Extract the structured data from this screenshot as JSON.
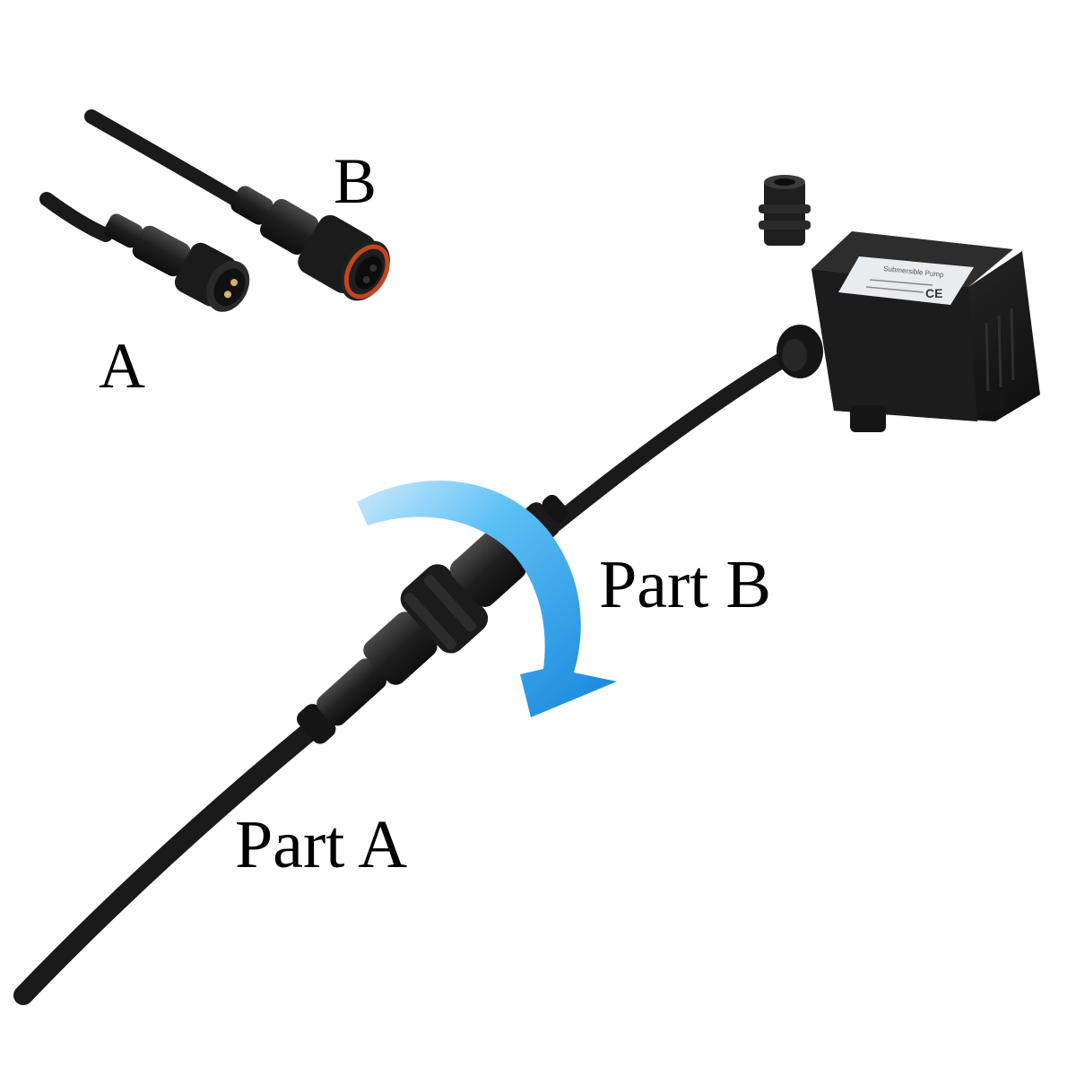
{
  "labels": {
    "small_b": "B",
    "small_a": "A",
    "part_b": "Part B",
    "part_a": "Part A"
  },
  "pump_label": {
    "brand_line": "Submersible Pump",
    "ce_mark": "CE"
  },
  "colors": {
    "background": "#ffffff",
    "cable": "#1a1a1a",
    "connector": "#222222",
    "seal_ring": "#c2461f",
    "arrow": "#1f9be3",
    "pump_body": "#1c1c1c",
    "pump_label": "#e9ecef"
  },
  "icons": {
    "rotation_arrow": "curved-arrow-icon",
    "compliance": "ce-mark-icon"
  }
}
